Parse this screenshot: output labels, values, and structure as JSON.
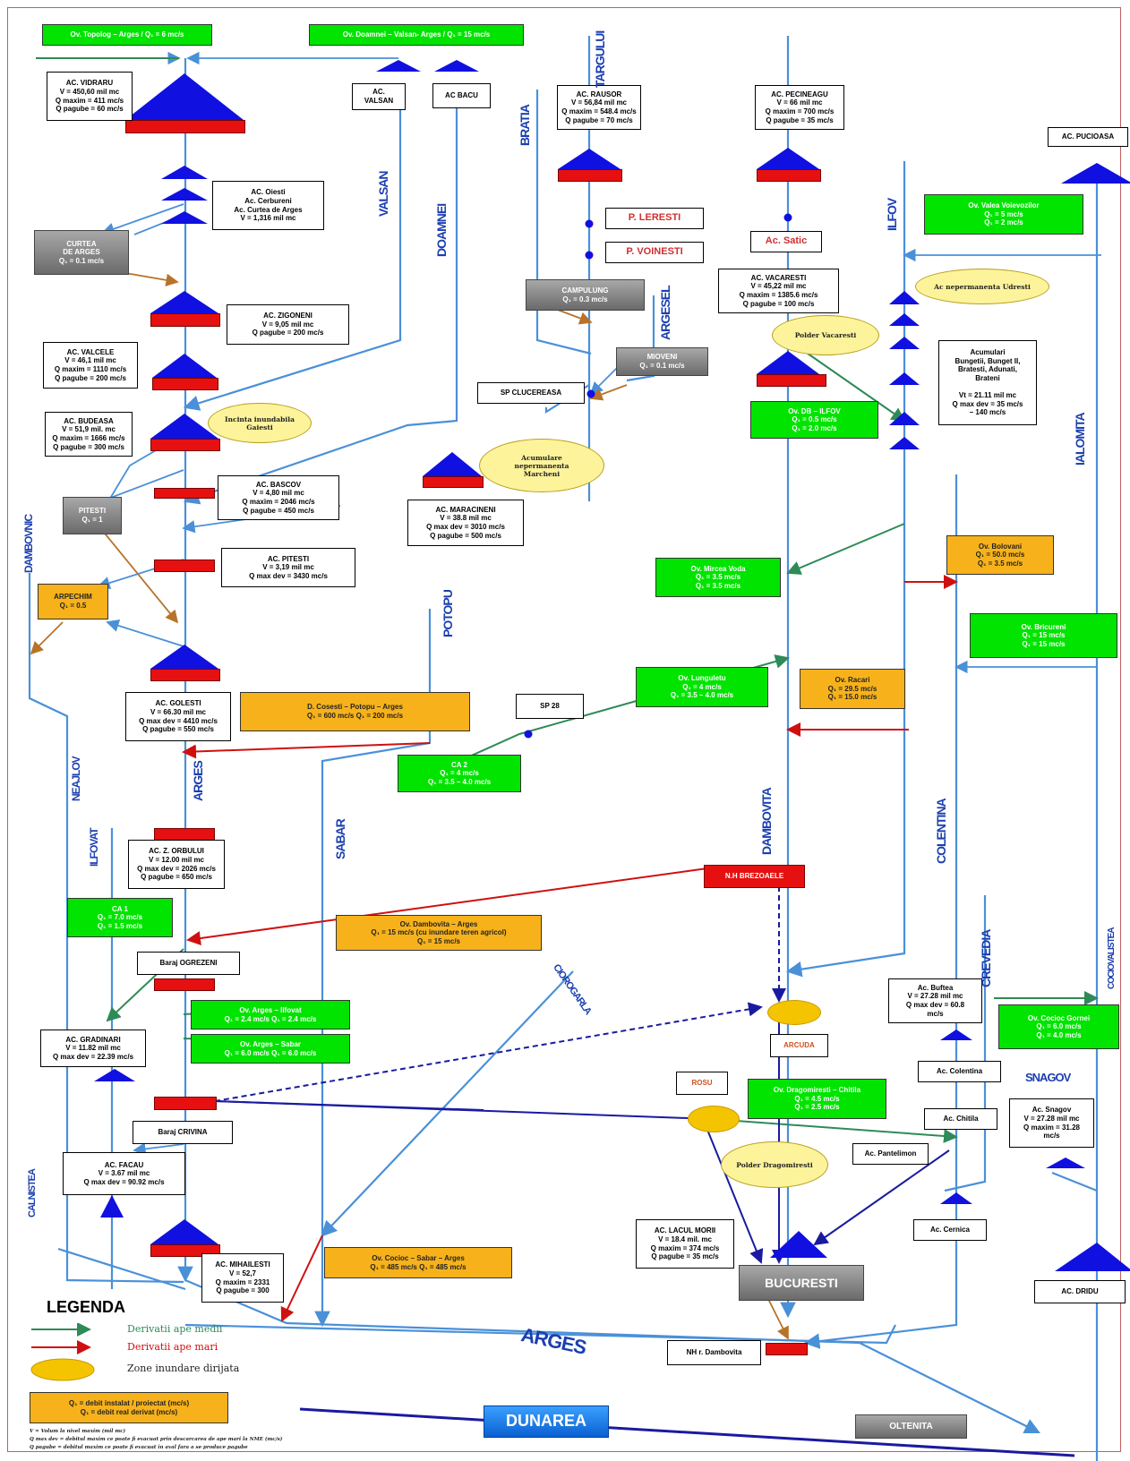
{
  "boxes": {
    "ov_topolog": "Ov. Topolog – Arges / Q₁ = 6 mc/s",
    "ov_doamnei": "Ov. Doamnei – Valsan- Arges / Q₁ = 15 mc/s",
    "ac_vidraru": "AC. VIDRARU\nV = 450,60 mil mc\nQ maxim = 411 mc/s\nQ pagube = 60 mc/s",
    "ac_valsan": "AC.\nVALSAN",
    "ac_bacu": "AC BACU",
    "ac_rausor": "AC. RAUSOR\nV = 56,84 mil mc\nQ maxim = 548.4 mc/s\nQ pagube = 70 mc/s",
    "ac_pecineagu": "AC. PECINEAGU\nV = 66 mil mc\nQ maxim = 700 mc/s\nQ pagube = 35 mc/s",
    "ac_pucioasa": "AC. PUCIOASA",
    "ac_oiesti": "AC. Oiesti\nAc. Cerbureni\nAc. Curtea de Arges\nV = 1,316 mil mc",
    "curtea_arges": "CURTEA\nDE ARGES\nQ₁ = 0.1 mc/s",
    "p_leresti": "P. LERESTI",
    "p_voinesti": "P. VOINESTI",
    "ac_satic": "Ac. Satic",
    "ov_valea_voievozilor": "Ov. Valea Voievozilor\nQ₁ = 5 mc/s\nQ₁ = 2 mc/s",
    "ac_zigoneni": "AC. ZIGONENI\nV = 9,05 mil mc\nQ pagube = 200 mc/s",
    "campulung": "CAMPULUNG\nQ₁ = 0.3 mc/s",
    "ac_vacaresti": "AC. VACARESTI\nV = 45,22 mil mc\nQ maxim = 1385.6 mc/s\nQ pagube = 100 mc/s",
    "ac_valcele": "AC. VALCELE\nV = 46,1 mil mc\nQ maxim = 1110 mc/s\nQ pagube = 200 mc/s",
    "mioveni": "MIOVENI\nQ₁ = 0.1 mc/s",
    "sp_clucereasa": "SP CLUCEREASA",
    "acumulari": "Acumulari\nBungetii, Bunget II,\nBratesti, Adunati,\nBrateni\n\nVt = 21.11 mil mc\nQ max dev = 35 mc/s\n– 140 mc/s",
    "ov_db_ilfov": "Ov. DB – ILFOV\nQ₁ = 0.5 mc/s\nQ₁ = 2.0 mc/s",
    "ac_budeasa": "AC. BUDEASA\nV = 51,9 mil. mc\nQ maxim = 1666 mc/s\nQ pagube = 300 mc/s",
    "ac_bascov": "AC. BASCOV\nV = 4,80 mil mc\nQ maxim = 2046 mc/s\nQ pagube = 450 mc/s",
    "pitesti": "PITESTI\nQ₁ = 1",
    "ac_maracineni": "AC. MARACINENI\nV = 38.8 mil mc\nQ max dev = 3010 mc/s\nQ pagube = 500 mc/s",
    "ac_pitesti": "AC. PITESTI\nV = 3,19 mil mc\nQ max dev = 3430 mc/s",
    "ov_bolovani": "Ov. Bolovani\nQ₁ = 50.0 mc/s\nQ₁ = 3.5 mc/s",
    "ov_mircea_voda": "Ov. Mircea Voda\nQ₁ = 3.5 mc/s\nQ₁ = 3.5 mc/s",
    "arpechim": "ARPECHIM\nQ₁ = 0.5",
    "ov_brezoaele_bucuresti": "Ov. Bricureni\nQ₁ = 15 mc/s\nQ₁ = 15 mc/s",
    "ov_lunguletu": "Ov. Lunguletu\nQ₁ = 4 mc/s\nQ₁ = 3.5 – 4.0 mc/s",
    "ov_racari": "Ov. Racari\nQ₁ = 29.5 mc/s\nQ₁ = 15.0 mc/s",
    "ac_golesti": "AC. GOLESTI\nV = 66.30 mil mc\nQ max dev = 4410 mc/s\nQ pagube = 550 mc/s",
    "d_cosesti": "D. Cosesti – Potopu – Arges\nQ₁ = 600 mc/s Q₁ = 200 mc/s",
    "sp_28": "SP 28",
    "ca2": "CA 2\nQ₁ = 4 mc/s\nQ₁ = 3.5 – 4.0 mc/s",
    "ac_zavoiul": "AC. Z. ORBULUI\nV = 12.00 mil mc\nQ max dev = 2026 mc/s\nQ pagube = 650 mc/s",
    "nh_brezoaele": "N.H BREZOAELE",
    "ca1": "CA 1\nQ₁ = 7.0 mc/s\nQ₁ = 1.5 mc/s",
    "ov_dambovita_arges": "Ov. Dambovita – Arges\nQ₁ = 15 mc/s (cu inundare teren agricol)\nQ₁ = 15 mc/s",
    "baraj_ogrezeni": "Baraj OGREZENI",
    "ac_buftea": "Ac. Buftea\nV = 27.28 mil mc\nQ max dev = 60.8\nmc/s",
    "ov_arges_ilfovat": "Ov. Arges – Ilfovat\nQ₁ = 2.4 mc/s Q₁ = 2.4 mc/s",
    "ov_arges_sabar": "Ov. Arges – Sabar\nQ₁ = 6.0 mc/s Q₁ = 6.0 mc/s",
    "ov_cocioc_gordoi": "Ov. Cocioc Gornei\nQ₁ = 6.0 mc/s\nQ₁ = 4.0 mc/s",
    "ac_gradinari": "AC. GRADINARI\nV = 11.82 mil mc\nQ max dev = 22.39 mc/s",
    "arcuda": "ARCUDA",
    "ac_colentina": "Ac. Colentina",
    "rosu": "ROSU",
    "ov_dragomiresti": "Ov. Dragomiresti – Chitila\nQ₁ = 4.5 mc/s\nQ₁ = 2.5 mc/s",
    "ac_chitila": "Ac. Chitila",
    "ac_snagov": "Ac. Snagov\nV = 27.28 mil mc\nQ maxim = 31.28\nmc/s",
    "baraj_cravina": "Baraj CRIVINA",
    "ac_pantelimon": "Ac. Pantelimon",
    "ac_facau": "AC. FACAU\nV = 3.67 mil mc\nQ max dev = 90.92 mc/s",
    "ac_lacul_morii": "AC. LACUL MORII\nV = 18.4 mil. mc\nQ maxim = 374 mc/s\nQ pagube = 35 mc/s",
    "ac_cernica": "Ac. Cernica",
    "ov_cociocsabar": "Ov. Cocioc – Sabar – Arges\nQ₁ = 485 mc/s Q₁ = 485 mc/s",
    "ac_mihailesti": "AC. MIHAILESTI\nV = 52,7\nQ maxim = 2331\nQ pagube = 300",
    "bucuresti": "BUCURESTI",
    "ac_dridu": "AC. DRIDU",
    "nh_dambovita": "NH r. Dambovita",
    "oltenita": "OLTENITA",
    "dunarea": "DUNAREA"
  },
  "ellipses": {
    "incinta_gaiesti": "Incinta inundabila\nGaiesti",
    "acumulare_marcheni": "Acumulare\nnepermanenta\nMarcheni",
    "ac_nepermanenta_udresti": "Ac nepermanenta Udresti",
    "polder_vacaresti": "Polder Vacaresti",
    "polder_dragomiresti": "Polder Dragomiresti"
  },
  "rivers": {
    "targului": "TARGULUI",
    "bratia": "BRATIA",
    "valsan": "VALSAN",
    "doamnei": "DOAMNEI",
    "argesel": "ARGESEL",
    "ilfov": "ILFOV",
    "ialomita": "IALOMITA",
    "dambovnic": "DAMBOVNIC",
    "potopu": "POTOPU",
    "neajlov": "NEAJLOV",
    "arges_v": "ARGES",
    "dambovita": "DAMBOVITA",
    "colentina": "COLENTINA",
    "sabar": "SABAR",
    "ilfovat": "ILFOVAT",
    "ciorogarla": "CIOROGARLA",
    "crevedia": "CREVEDIA",
    "snagov": "SNAGOV",
    "calnistea": "CALNISTEA",
    "cociovalistea": "COCIOVALISTEA",
    "arges_h": "ARGES"
  },
  "legend": {
    "title": "LEGENDA",
    "derivatii_medii": "Derivatii ape medii",
    "derivatii_mari": "Derivatii ape mari",
    "zone_inundare": "Zone inundare dirijata",
    "debit_box": "Q₁ = debit instalat / proiectat (mc/s)\nQ₁ = debit real derivat (mc/s)"
  },
  "footnotes": [
    "V = Volum la nivel maxim (mil mc)",
    "Q max dev = debitul maxim ce poate fi evacuat prin descarcarea de ape mari la NME (mc/s)",
    "Q pagube = debitul maxim ce poate fi evacuat in aval fara a se produce pagube"
  ],
  "colors": {
    "river": "#4a90d9",
    "dam_triangle": "#1010e0",
    "dam_base": "#e61010",
    "green_derivation": "#2e8b57",
    "red_derivation": "#d01010",
    "dark_blue": "#1a1aa0",
    "brown": "#b8732a",
    "green_box": "#00e400",
    "orange_box": "#f7b21b"
  }
}
